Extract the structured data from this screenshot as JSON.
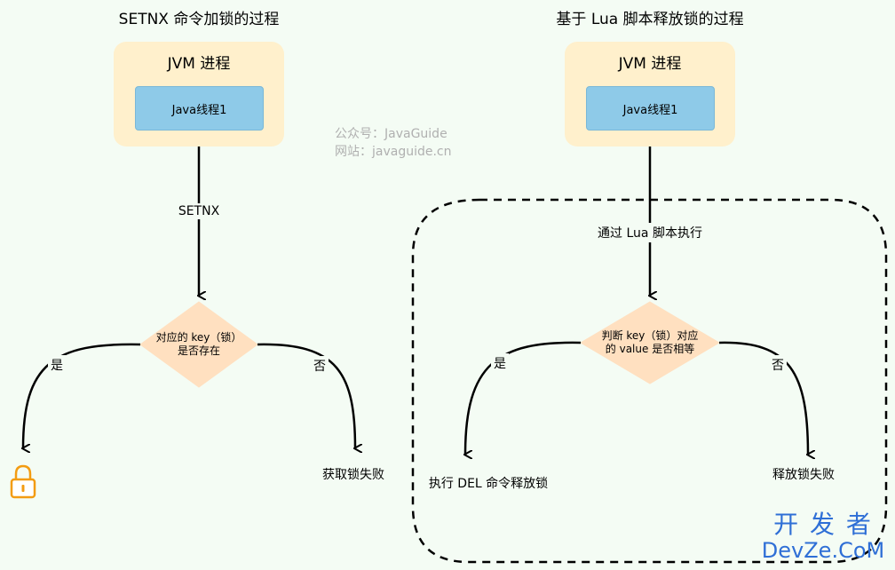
{
  "left": {
    "title": "SETNX 命令加锁的过程",
    "jvm_label": "JVM 进程",
    "thread_label": "Java线程1",
    "edge_label": "SETNX",
    "diamond_line1": "对应的 key（锁）",
    "diamond_line2": "是否存在",
    "yes_label": "是",
    "no_label": "否",
    "fail_label": "获取锁失败",
    "lock_icon": "lock-icon"
  },
  "right": {
    "title": "基于 Lua 脚本释放锁的过程",
    "jvm_label": "JVM 进程",
    "thread_label": "Java线程1",
    "edge_label": "通过 Lua 脚本执行",
    "diamond_line1": "判断 key（锁）对应",
    "diamond_line2": "的 value 是否相等",
    "yes_label": "是",
    "no_label": "否",
    "del_label": "执行 DEL 命令释放锁",
    "fail_label": "释放锁失败"
  },
  "watermark": {
    "line1": "公众号：JavaGuide",
    "line2": "网站：javaguide.cn"
  },
  "corner_watermark": {
    "line1": "开 发 者",
    "line2": "DevZe.CoM"
  },
  "colors": {
    "background": "#f4fcf4",
    "jvm_box": "#fff0cc",
    "thread_box": "#8ecae8",
    "diamond": "#ffe0c0",
    "lock_icon": "#f39c12",
    "corner_watermark": "#2f6fd6"
  }
}
